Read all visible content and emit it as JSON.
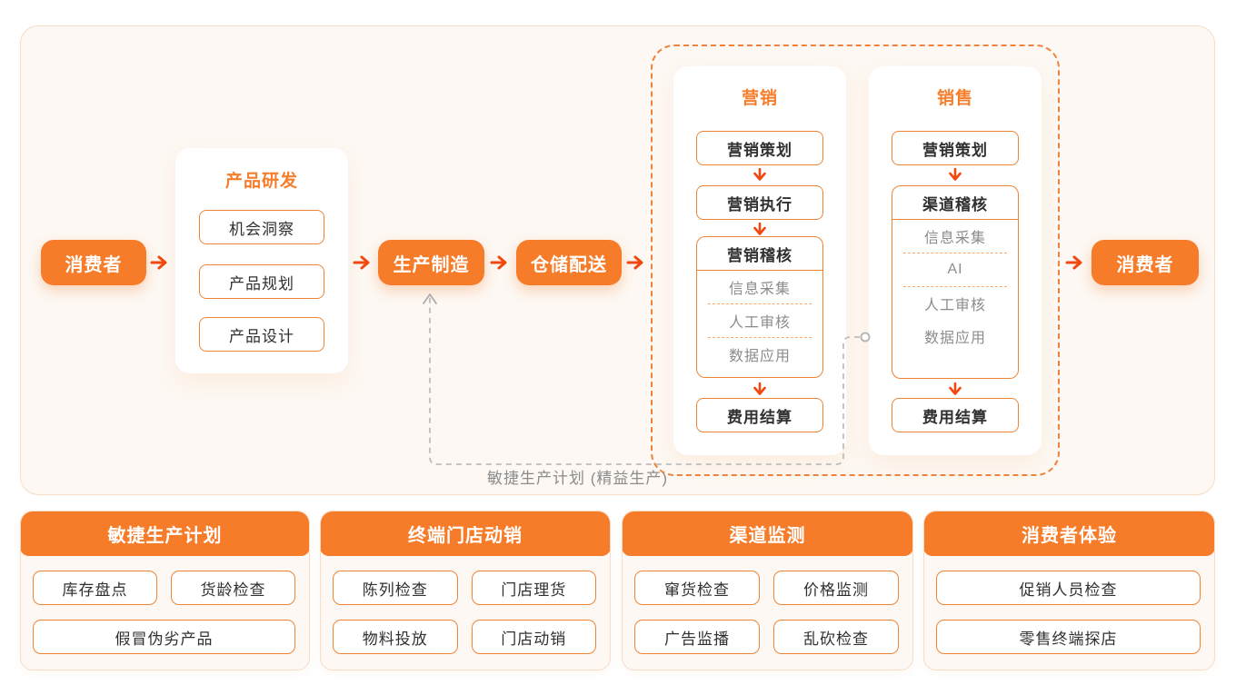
{
  "flow": {
    "consumer_left": "消费者",
    "product_rd": {
      "title": "产品研发",
      "items": [
        "机会洞察",
        "产品规划",
        "产品设计"
      ]
    },
    "production": "生产制造",
    "warehouse": "仓储配送",
    "marketing": {
      "title": "营销",
      "step1": "营销策划",
      "step2": "营销执行",
      "audit": {
        "title": "营销稽核",
        "items": [
          "信息采集",
          "人工审核",
          "数据应用"
        ]
      },
      "settlement": "费用结算"
    },
    "sales": {
      "title": "销售",
      "step1": "营销策划",
      "audit": {
        "title": "渠道稽核",
        "items": [
          "信息采集",
          "AI",
          "人工审核",
          "数据应用"
        ]
      },
      "settlement": "费用结算"
    },
    "consumer_right": "消费者",
    "feedback_label": "敏捷生产计划 (精益生产)"
  },
  "bottom_cards": [
    {
      "title": "敏捷生产计划",
      "items": [
        "库存盘点",
        "货龄检查",
        "假冒伪劣产品"
      ]
    },
    {
      "title": "终端门店动销",
      "items": [
        "陈列检查",
        "门店理货",
        "物料投放",
        "门店动销"
      ]
    },
    {
      "title": "渠道监测",
      "items": [
        "窜货检查",
        "价格监测",
        "广告监播",
        "乱砍检查"
      ]
    },
    {
      "title": "消费者体验",
      "items": [
        "促销人员检查",
        "零售终端探店"
      ]
    }
  ],
  "colors": {
    "accent_orange": "#F67C2A",
    "outline_orange": "#EF8434",
    "arrow_red_orange": "#F2480F",
    "panel_bg": "#FDF8F3",
    "panel_border": "#F7DCC6",
    "gray_text": "#8C8C8C",
    "gray_dash": "#BDBDBD"
  }
}
